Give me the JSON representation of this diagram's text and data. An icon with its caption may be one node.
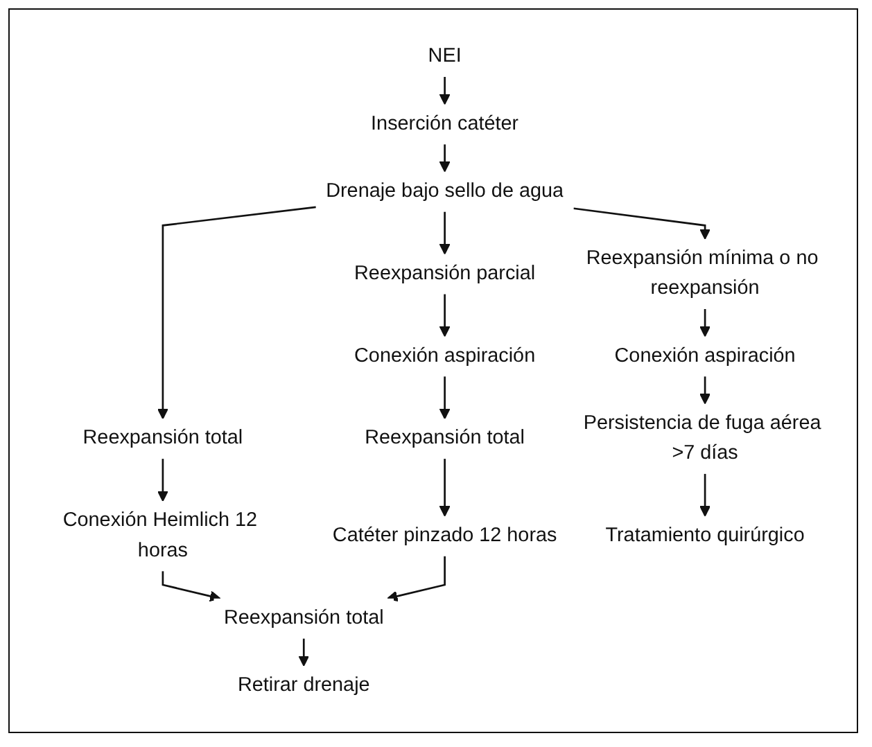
{
  "diagram": {
    "nodes": [
      {
        "text": [
          "NEI"
        ]
      },
      {
        "text": [
          "Inserción catéter"
        ]
      },
      {
        "text": [
          "Drenaje bajo sello de agua"
        ]
      },
      {
        "text": [
          "Reexpansión total"
        ]
      },
      {
        "text": [
          "Reexpansión parcial"
        ]
      },
      {
        "text": [
          "Reexpansión mínima o no reexpansión"
        ]
      },
      {
        "text": [
          "Conexión Heimlich 12 horas"
        ]
      },
      {
        "text": [
          "Conexión aspiración"
        ]
      },
      {
        "text": [
          "Conexión aspiración"
        ]
      },
      {
        "text": [
          "Reexpansión total"
        ]
      },
      {
        "text": [
          "Persistencia de fuga aérea >7 días"
        ]
      },
      {
        "text": [
          "Catéter pinzado 12 horas"
        ]
      },
      {
        "text": [
          "Reexpansión total"
        ]
      },
      {
        "text": [
          "Retirar drenaje"
        ]
      },
      {
        "text": [
          "Tratamiento quirúrgico"
        ]
      }
    ],
    "edges": [
      {
        "from": 0,
        "to": 1,
        "arrow": "to"
      },
      {
        "from": 1,
        "to": 2,
        "arrow": "to"
      },
      {
        "from": 2,
        "to": 3,
        "arrow": "to"
      },
      {
        "from": 2,
        "to": 4,
        "arrow": "to"
      },
      {
        "from": 2,
        "to": 5,
        "arrow": "to"
      },
      {
        "from": 3,
        "to": 6,
        "arrow": "to"
      },
      {
        "from": 4,
        "to": 7,
        "arrow": "to"
      },
      {
        "from": 5,
        "to": 8,
        "arrow": "to"
      },
      {
        "from": 7,
        "to": 9,
        "arrow": "to"
      },
      {
        "from": 8,
        "to": 10,
        "arrow": "to"
      },
      {
        "from": 9,
        "to": 11,
        "arrow": "to"
      },
      {
        "from": 6,
        "to": 12,
        "arrow": "to"
      },
      {
        "from": 11,
        "to": 12,
        "arrow": "to"
      },
      {
        "from": 12,
        "to": 13,
        "arrow": "to"
      },
      {
        "from": 10,
        "to": 14,
        "arrow": "to"
      }
    ]
  }
}
